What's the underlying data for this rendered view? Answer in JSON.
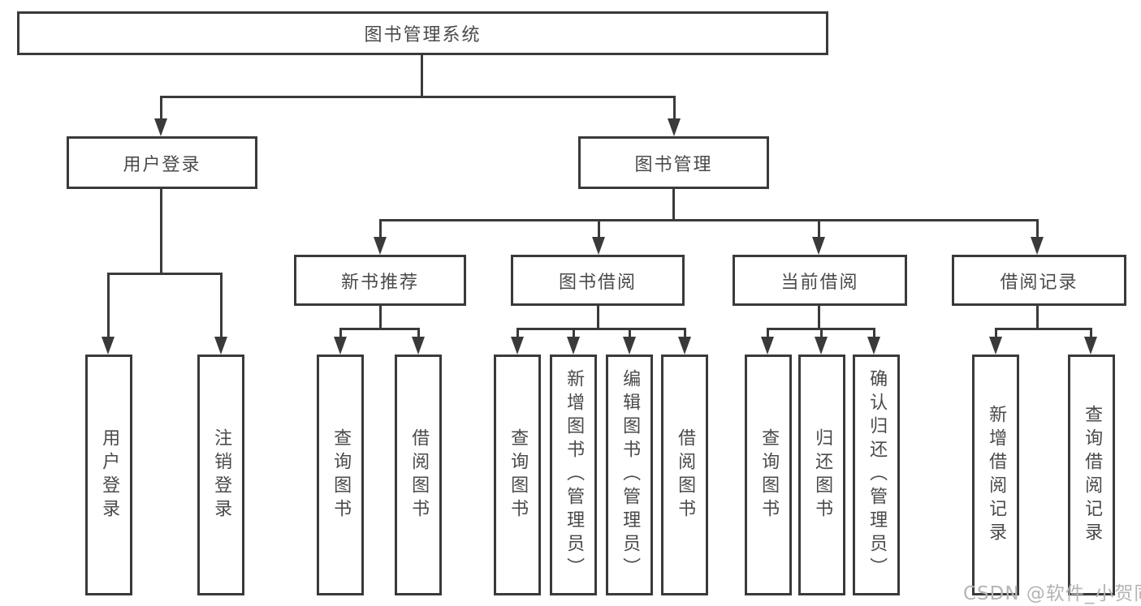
{
  "diagram": {
    "title_node": {
      "label": "图书管理系统"
    },
    "level2": [
      {
        "id": "user-login",
        "label": "用户登录"
      },
      {
        "id": "book-management",
        "label": "图书管理"
      }
    ],
    "level3": [
      {
        "id": "new-book-recommend",
        "label": "新书推荐"
      },
      {
        "id": "book-borrowing",
        "label": "图书借阅"
      },
      {
        "id": "current-borrowing",
        "label": "当前借阅"
      },
      {
        "id": "borrowing-records",
        "label": "借阅记录"
      }
    ],
    "leaves": {
      "user_login": [
        {
          "label": "用户登录"
        },
        {
          "label": "注销登录"
        }
      ],
      "new_book": [
        {
          "label": "查询图书"
        },
        {
          "label": "借阅图书"
        }
      ],
      "book_borrow": [
        {
          "label": "查询图书"
        },
        {
          "label": "新增图书（管理员）"
        },
        {
          "label": "编辑图书（管理员）"
        },
        {
          "label": "借阅图书"
        }
      ],
      "current_borrow": [
        {
          "label": "查询图书"
        },
        {
          "label": "归还图书"
        },
        {
          "label": "确认归还（管理员）"
        }
      ],
      "records": [
        {
          "label": "新增借阅记录"
        },
        {
          "label": "查询借阅记录"
        }
      ]
    }
  },
  "watermark": {
    "text": "CSDN @软件_小贺同学"
  },
  "colors": {
    "line": "#3a3a3a",
    "box_border": "#3a3a3a",
    "text": "#4a4a4a",
    "background": "#ffffff",
    "watermark": "#b6b4b4"
  }
}
